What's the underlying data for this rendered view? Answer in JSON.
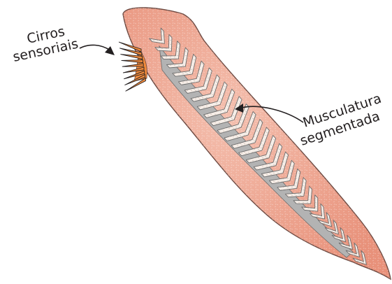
{
  "labels": {
    "cirros_line1": "Cirros",
    "cirros_line2": "sensoriais",
    "muscle_line1": "Musculatura",
    "muscle_line2": "segmentada"
  },
  "colors": {
    "body_fill": "#ec9a83",
    "body_stroke": "#6d4a42",
    "muscle_fill": "#f6eee8",
    "muscle_stroke": "#6b6b6b",
    "shadow_fill": "#b3b3b3",
    "cirri_fill": "#f08a3c",
    "text": "#231f20"
  }
}
